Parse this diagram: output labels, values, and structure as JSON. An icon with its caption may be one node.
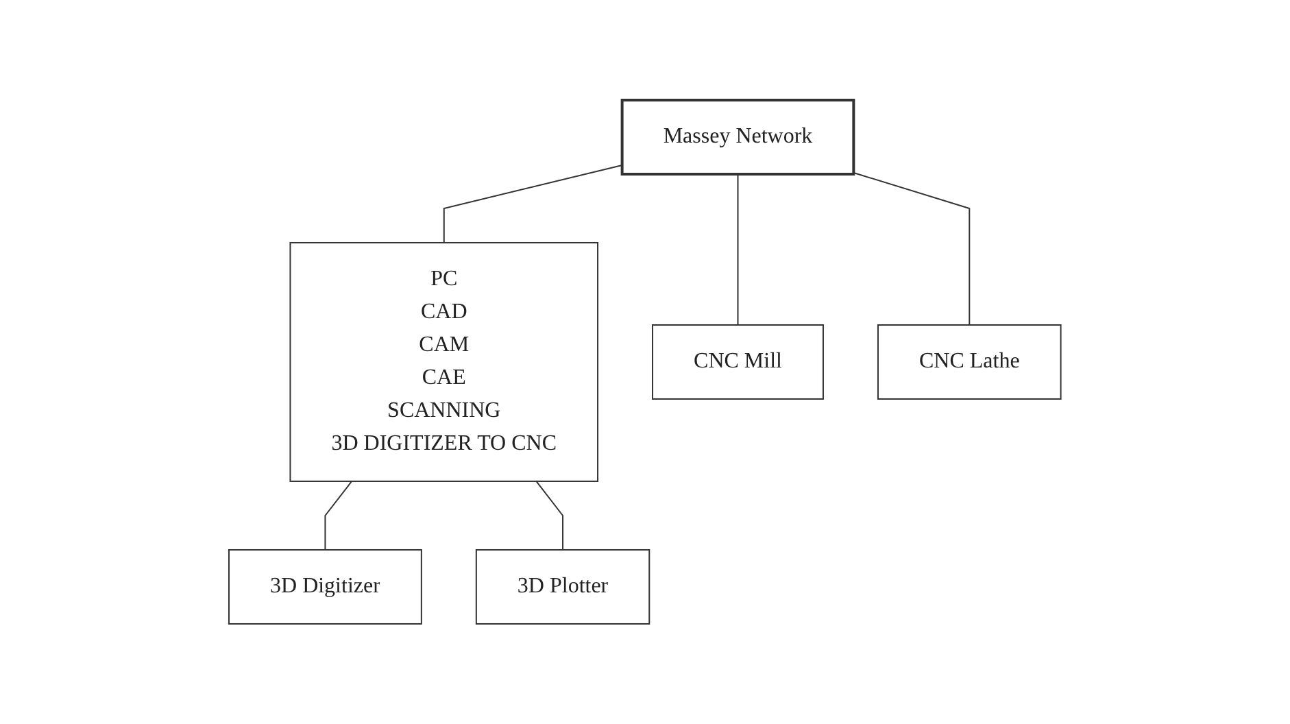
{
  "diagram": {
    "nodes": [
      {
        "text": [
          "Massey Network"
        ]
      },
      {
        "text": [
          "PC",
          "CAD",
          "CAM",
          "CAE",
          "SCANNING",
          "3D DIGITIZER TO CNC"
        ]
      },
      {
        "text": [
          "CNC Mill"
        ]
      },
      {
        "text": [
          "CNC Lathe"
        ]
      },
      {
        "text": [
          "3D Digitizer"
        ]
      },
      {
        "text": [
          "3D Plotter"
        ]
      }
    ],
    "edges": [
      {
        "from": 0,
        "to": 1,
        "arrow": "none"
      },
      {
        "from": 0,
        "to": 2,
        "arrow": "none"
      },
      {
        "from": 0,
        "to": 3,
        "arrow": "none"
      },
      {
        "from": 1,
        "to": 4,
        "arrow": "none"
      },
      {
        "from": 1,
        "to": 5,
        "arrow": "none"
      }
    ]
  }
}
